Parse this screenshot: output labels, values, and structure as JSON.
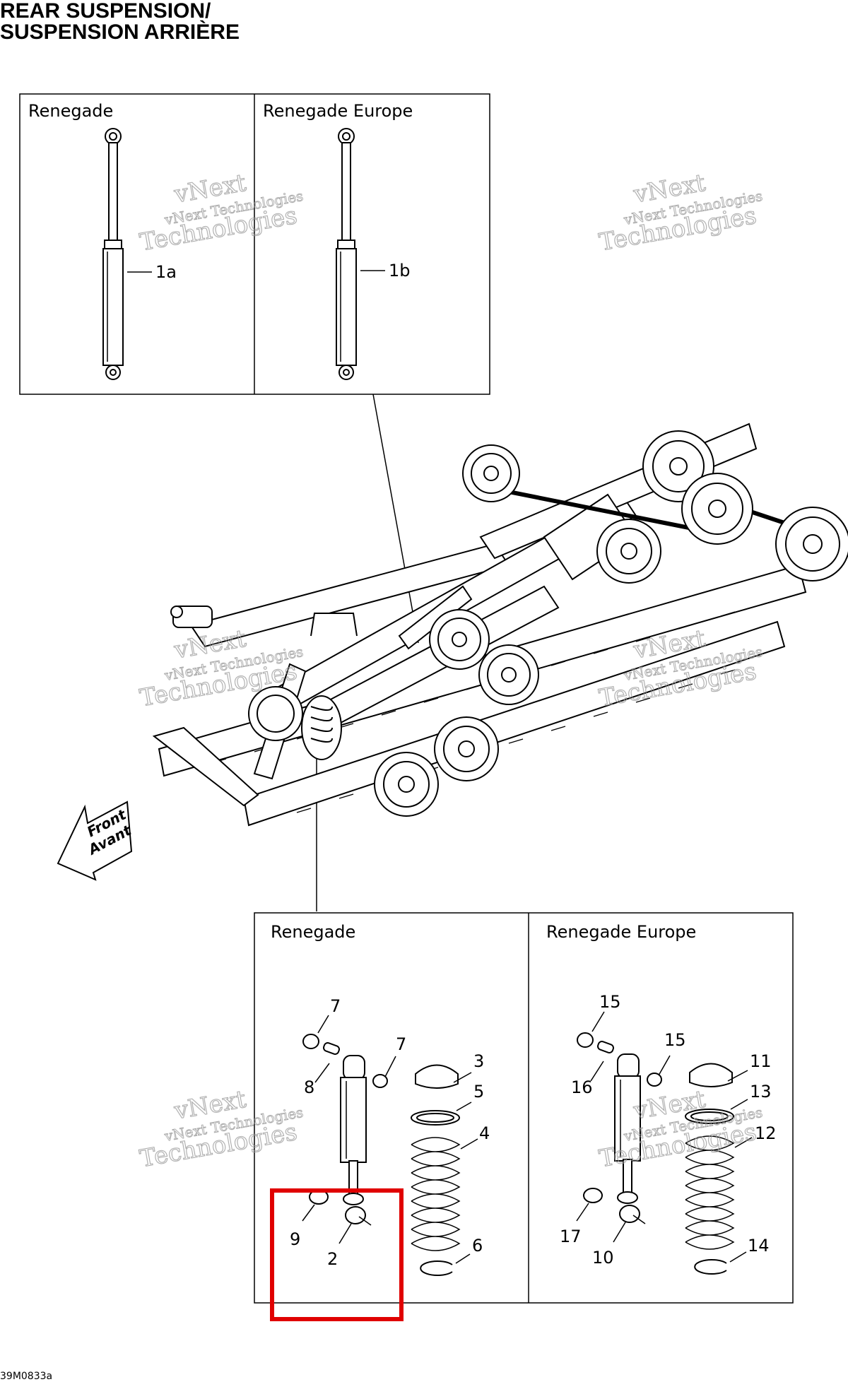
{
  "titles": [
    "REAR SUSPENSION/",
    "SUSPENSION ARRIÈRE"
  ],
  "top_panels": [
    {
      "label": "Renegade",
      "callout": "1a"
    },
    {
      "label": "Renegade Europe",
      "callout": "1b"
    }
  ],
  "bottom_panels": [
    {
      "label": "Renegade",
      "callouts": [
        "7",
        "7",
        "8",
        "3",
        "5",
        "4",
        "9",
        "2",
        "6"
      ]
    },
    {
      "label": "Renegade Europe",
      "callouts": [
        "15",
        "15",
        "16",
        "11",
        "13",
        "12",
        "17",
        "10",
        "14"
      ]
    }
  ],
  "direction_arrow": {
    "line1": "Front",
    "line2": "Avant"
  },
  "watermark": {
    "line1": "vNext",
    "line2": "vNext Technologies",
    "line3": "Technologies"
  },
  "figure_code": "39M0833a",
  "highlight": {
    "color": "#e00000"
  }
}
